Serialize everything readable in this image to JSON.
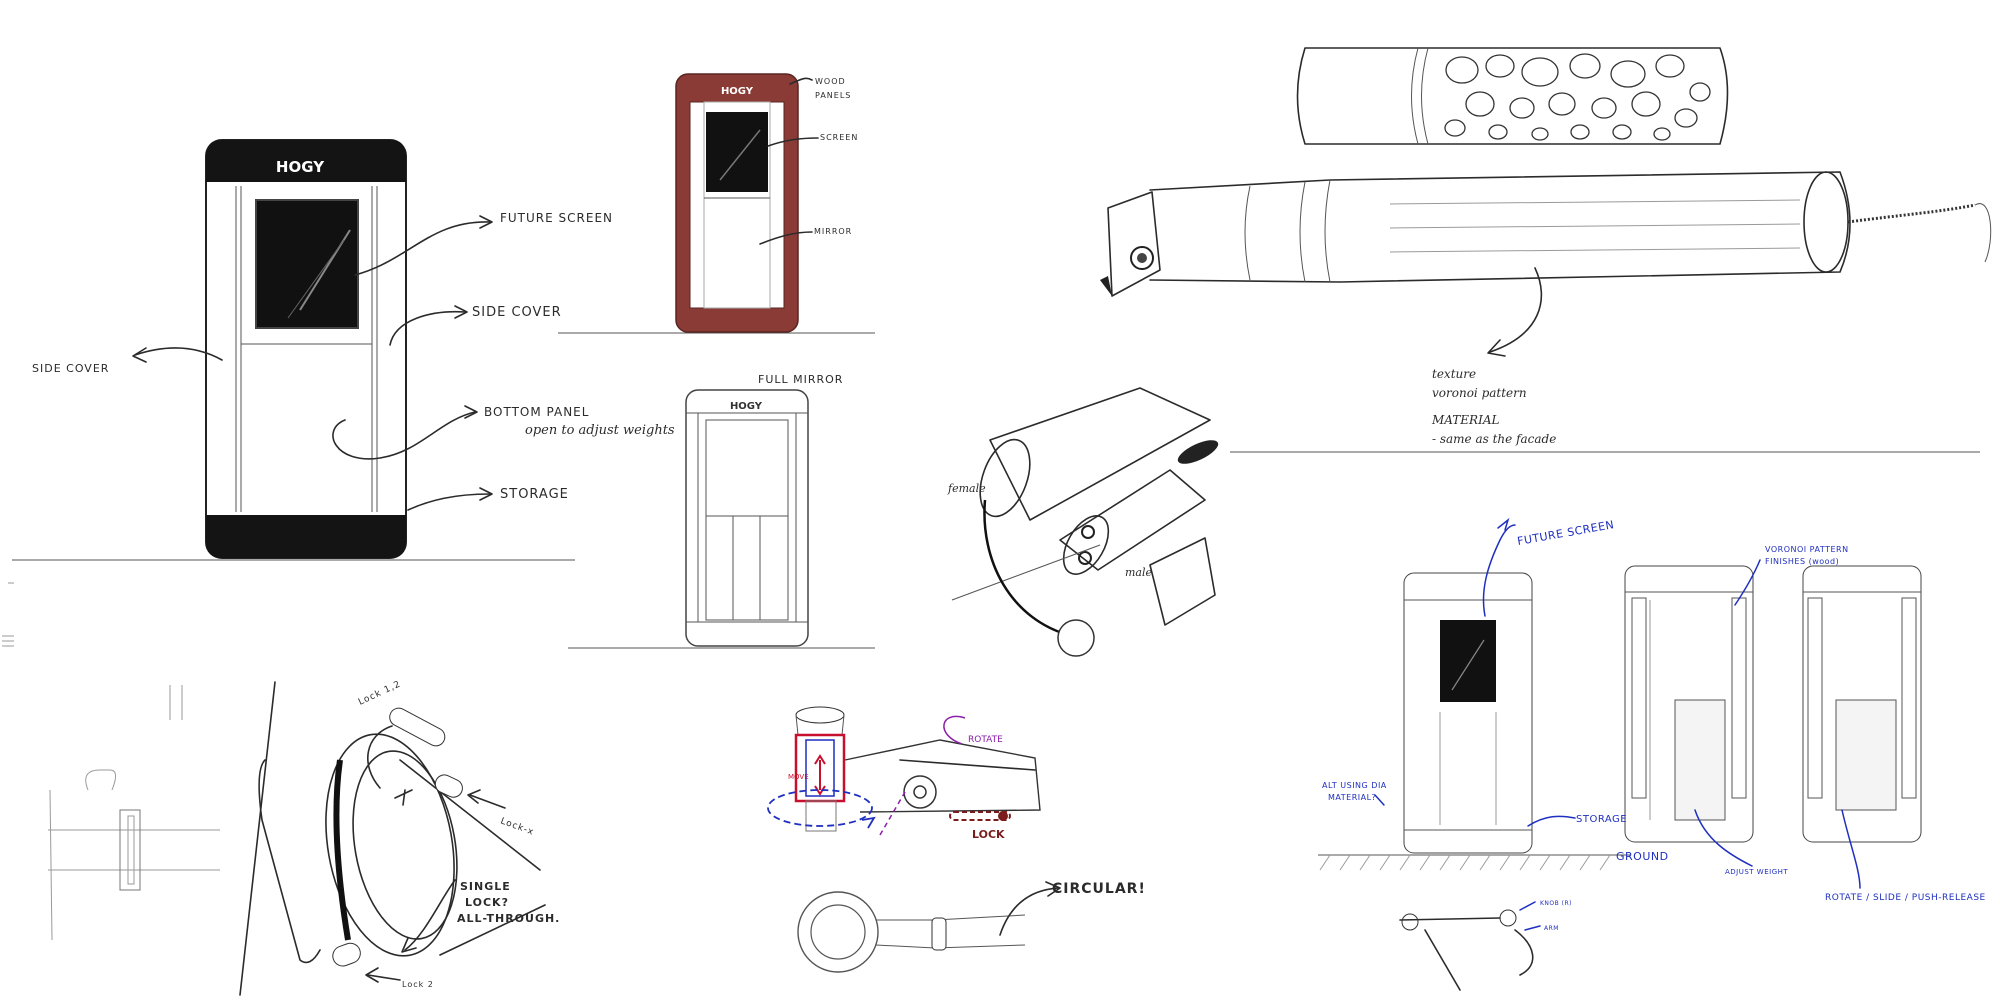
{
  "sketch1": {
    "brand": "HOGY",
    "labels": {
      "future_screen": "FUTURE SCREEN",
      "side_cover_right": "SIDE COVER",
      "side_cover_left": "SIDE COVER",
      "bottom_panel": "BOTTOM PANEL",
      "bottom_panel_note": "open to adjust weights",
      "storage": "STORAGE"
    }
  },
  "sketch2": {
    "brand": "HOGY",
    "labels": {
      "wood_panels_1": "WOOD",
      "wood_panels_2": "PANELS",
      "screen": "SCREEN",
      "mirror": "MIRROR"
    },
    "colors": {
      "wood": "#8a3b36"
    }
  },
  "sketch3": {
    "title": "FULL MIRROR",
    "brand": "HOGY"
  },
  "handle": {
    "notes": [
      "texture",
      "voronoi pattern",
      "MATERIAL",
      "- same as the facade"
    ]
  },
  "connector": {
    "female": "female",
    "male": "male"
  },
  "lock_sketch": {
    "lock_1": "Lock 1,2",
    "lock_x": "Lock-x",
    "lock_2": "Lock 2",
    "single_1": "SINGLE",
    "single_2": "LOCK?",
    "single_3": "ALL-THROUGH."
  },
  "rotate_sketch": {
    "rotate": "ROTATE",
    "move": "MOVE",
    "lock": "LOCK",
    "circular": "CIRCULAR!"
  },
  "blue_sketch": {
    "future_screen": "FUTURE SCREEN",
    "voronoi_1": "VORONOI PATTERN",
    "voronoi_2": "FINISHES (wood)",
    "alt_1": "ALT USING DIA",
    "alt_2": "MATERIAL?",
    "storage": "STORAGE",
    "ground": "GROUND",
    "adjust": "ADJUST WEIGHT",
    "rotate_slide": "ROTATE / SLIDE / PUSH-RELEASE",
    "knob": "KNOB (R)",
    "arm": "ARM"
  }
}
